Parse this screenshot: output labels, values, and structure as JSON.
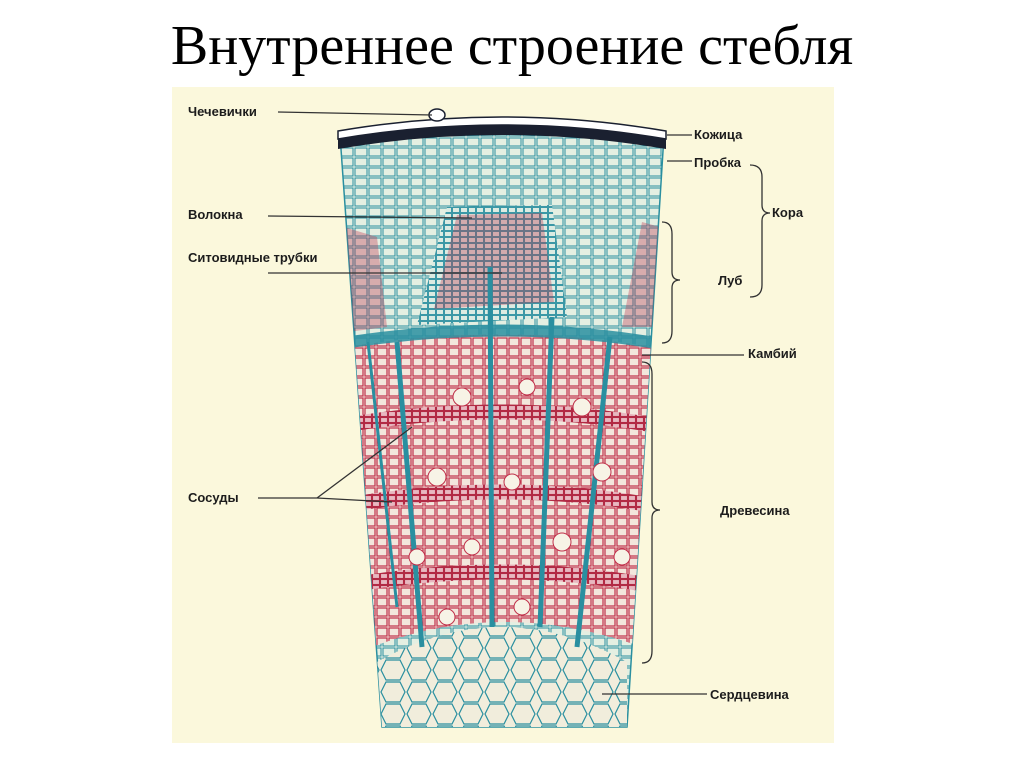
{
  "title": "Внутреннее строение стебля",
  "colors": {
    "background": "#fbf8dc",
    "parenchyma_blue": "#2a8fa0",
    "wood_red": "#c0304a",
    "cork_dark": "#1a2030",
    "cell_fill_light": "#f3efdc"
  },
  "labels": {
    "lenticels": "Чечевички",
    "fibers": "Волокна",
    "sieve_tubes": "Ситовидные трубки",
    "vessels": "Сосуды",
    "epidermis": "Кожица",
    "cork": "Пробка",
    "cortex": "Кора",
    "phloem": "Луб",
    "cambium": "Камбий",
    "wood": "Древесина",
    "pith": "Сердцевина"
  }
}
